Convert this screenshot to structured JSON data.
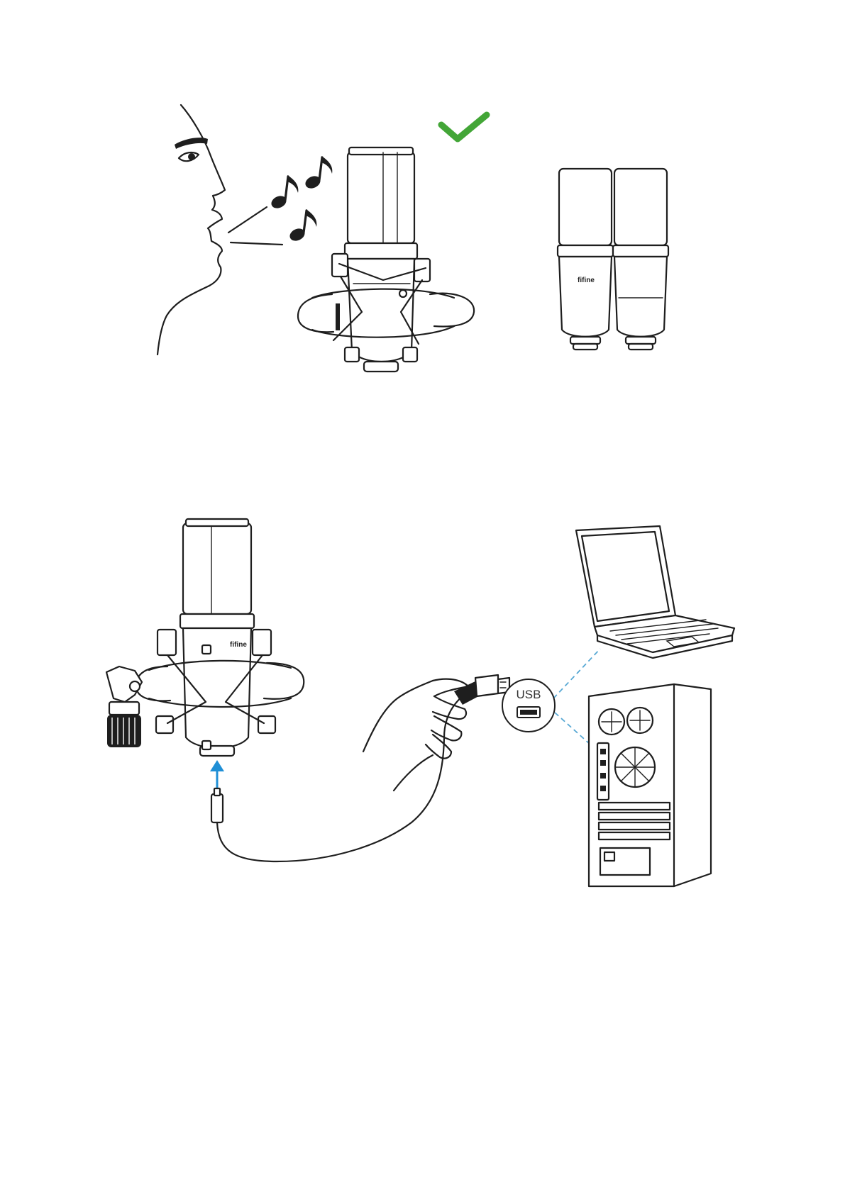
{
  "colors": {
    "check": "#43a637",
    "arrow": "#1f8fd6",
    "connector_dash": "#57a8d4",
    "line": "#1e1e1e"
  },
  "panels": [
    {
      "id": "placement",
      "icons": [
        "face-profile-icon",
        "music-note-icon",
        "microphone-icon",
        "shock-mount-icon",
        "checkmark-icon",
        "microphone-front-icon",
        "microphone-side-icon"
      ],
      "mic_brand_label": "fifine"
    },
    {
      "id": "connection",
      "icons": [
        "microphone-icon",
        "shock-mount-icon",
        "hand-icon",
        "usb-cable-icon",
        "usb-port-icon",
        "laptop-icon",
        "desktop-tower-icon",
        "arrow-up-icon"
      ],
      "mic_brand_label": "fifine",
      "usb_label": "USB"
    }
  ]
}
